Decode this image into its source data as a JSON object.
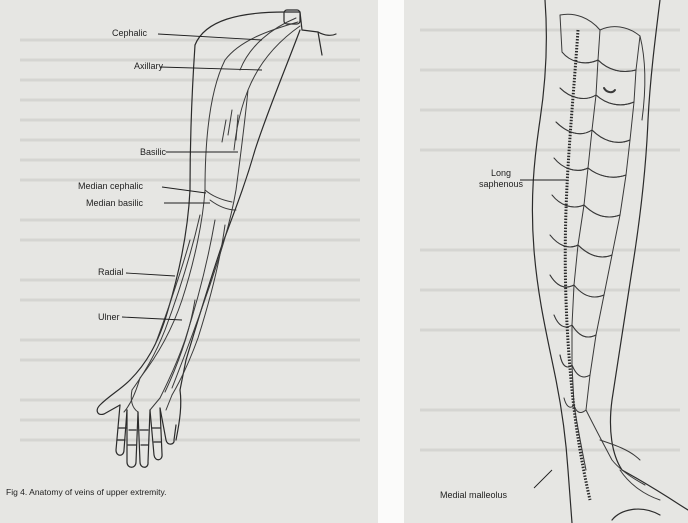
{
  "figure": {
    "caption": "Fig 4. Anatomy of veins of upper extremity.",
    "upper_limb_labels": {
      "cephalic": "Cephalic",
      "axillary": "Axillary",
      "basilic": "Basilic",
      "median_cephalic": "Median cephalic",
      "median_basilic": "Median basilic",
      "radial": "Radial",
      "ulnar": "Ulner"
    },
    "lower_limb_labels": {
      "long_saphenous_line1": "Long",
      "long_saphenous_line2": "saphenous",
      "medial_malleolus": "Medial malleolus"
    }
  }
}
